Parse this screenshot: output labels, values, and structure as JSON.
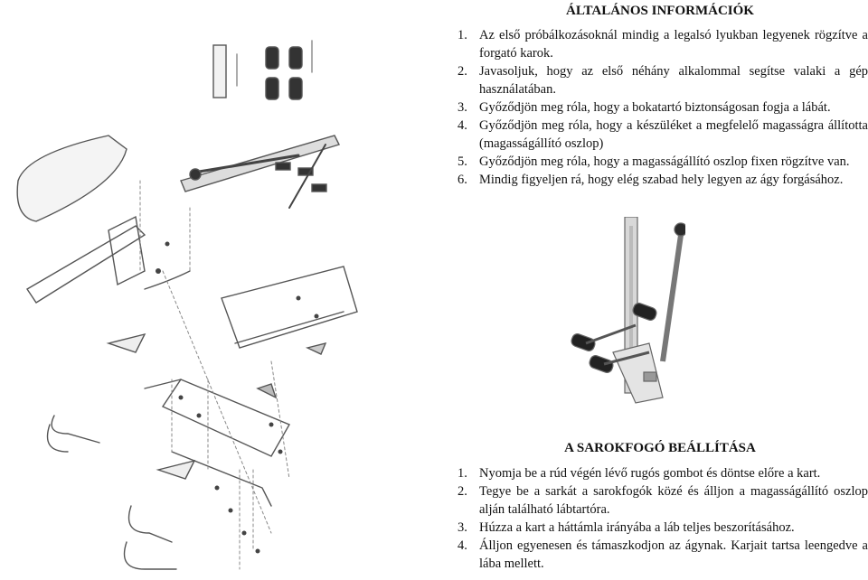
{
  "general": {
    "title": "ÁLTALÁNOS INFORMÁCIÓK",
    "items": [
      {
        "num": "1.",
        "text": "Az első próbálkozásoknál mindig a legalsó lyukban legyenek rögzítve a forgató karok."
      },
      {
        "num": "2.",
        "text": "Javasoljuk, hogy az első néhány alkalommal segítse valaki a gép használatában."
      },
      {
        "num": "3.",
        "text": "Győződjön meg róla, hogy a bokatartó biztonságosan fogja a lábát."
      },
      {
        "num": "4.",
        "text": "Győződjön meg róla, hogy a készüléket a megfelelő magasságra állította (magasságállító oszlop)"
      },
      {
        "num": "5.",
        "text": "Győződjön meg róla, hogy a magasságállító oszlop fixen rögzítve van."
      },
      {
        "num": "6.",
        "text": "Mindig figyeljen rá, hogy elég szabad hely legyen az ágy forgásához."
      }
    ]
  },
  "heel": {
    "title": "A SAROKFOGÓ BEÁLLÍTÁSA",
    "items": [
      {
        "num": "1.",
        "text": "Nyomja be a rúd végén lévő rugós gombot és döntse előre a kart."
      },
      {
        "num": "2.",
        "text": "Tegye be a sarkát a sarokfogók közé és álljon a magasságállító oszlop alján található lábtartóra."
      },
      {
        "num": "3.",
        "text": "Húzza a kart a háttámla irányába a láb teljes beszorításához."
      },
      {
        "num": "4.",
        "text": "Álljon egyenesen és támaszkodjon az ágynak. Karjait tartsa leengedve a lába mellett."
      }
    ]
  },
  "colors": {
    "line": "#555555",
    "part": "#3a3a3a",
    "pad": "#2b2b2b"
  }
}
